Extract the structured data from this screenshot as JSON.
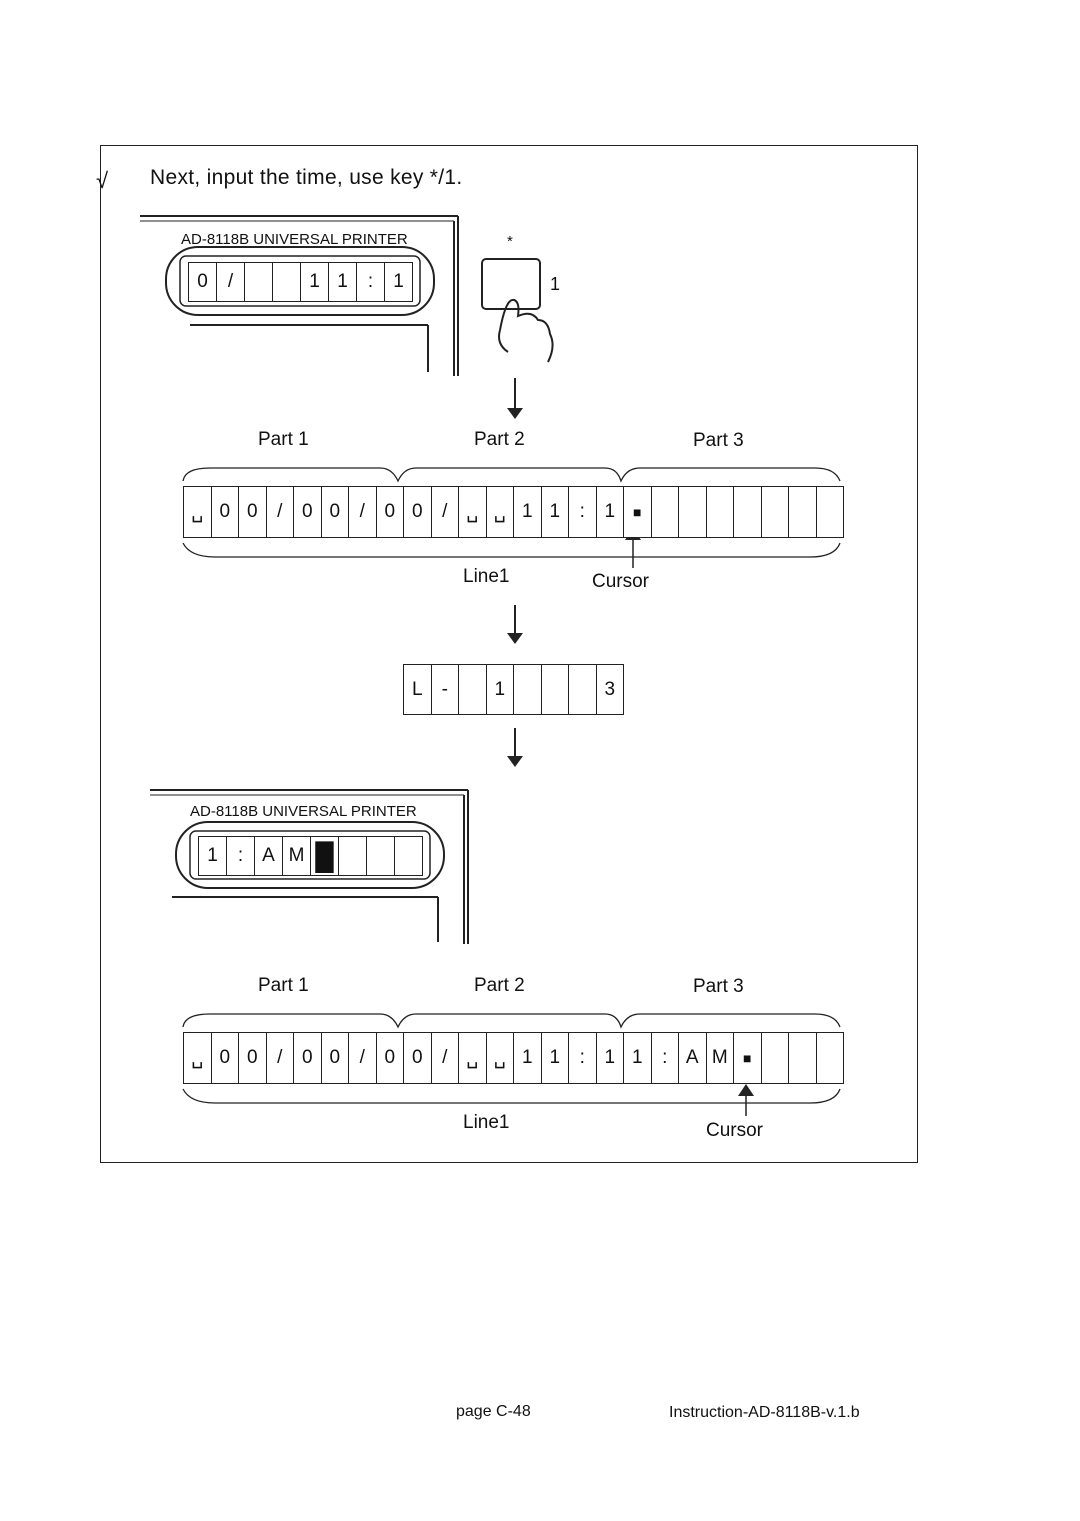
{
  "step_mark": "√",
  "instruction": "Next, input the time, use key */1.",
  "printer1": {
    "title": "AD-8118B UNIVERSAL PRINTER",
    "cells": [
      "0",
      "/",
      "",
      "",
      "1",
      "1",
      ":",
      "1"
    ]
  },
  "key": {
    "top": "*",
    "side": "1"
  },
  "buffer1": {
    "parts": [
      "Part 1",
      "Part 2",
      "Part 3"
    ],
    "cells": [
      "␣",
      "0",
      "0",
      "/",
      "0",
      "0",
      "/",
      "0",
      "0",
      "/",
      "␣",
      "␣",
      "1",
      "1",
      ":",
      "1",
      "■",
      "",
      "",
      "",
      "",
      "",
      "",
      ""
    ],
    "line_label": "Line1",
    "cursor_label": "Cursor"
  },
  "segment_display": {
    "cells": [
      "L",
      "-",
      "",
      "1",
      "",
      "",
      "",
      "3"
    ]
  },
  "printer2": {
    "title": "AD-8118B UNIVERSAL PRINTER",
    "cells": [
      "1",
      ":",
      "A",
      "M",
      "█",
      "",
      "",
      ""
    ]
  },
  "buffer2": {
    "parts": [
      "Part 1",
      "Part 2",
      "Part 3"
    ],
    "cells": [
      "␣",
      "0",
      "0",
      "/",
      "0",
      "0",
      "/",
      "0",
      "0",
      "/",
      "␣",
      "␣",
      "1",
      "1",
      ":",
      "1",
      "1",
      ":",
      "A",
      "M",
      "■",
      "",
      "",
      ""
    ],
    "line_label": "Line1",
    "cursor_label": "Cursor"
  },
  "footer": {
    "page": "page C-48",
    "doc": "Instruction-AD-8118B-v.1.b"
  }
}
